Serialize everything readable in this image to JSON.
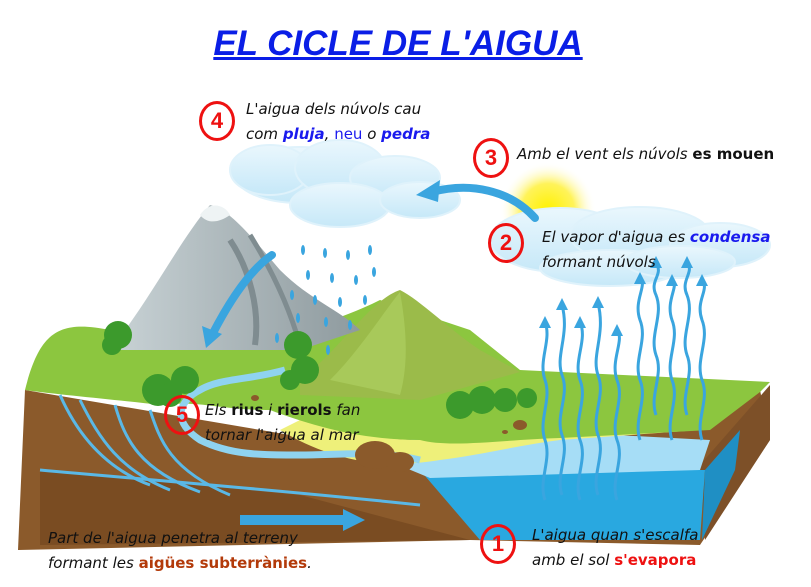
{
  "title": "EL CICLE DE L'AIGUA",
  "colors": {
    "title": "#0a1ee6",
    "badge": "#ee1111",
    "keyword_blue": "#1a1aee",
    "keyword_red": "#ee1111",
    "keyword_brown": "#b33a0a",
    "grass": "#8cc63f",
    "soil": "#8b5a2b",
    "water": "#29a8e0",
    "sky_cloud": "#d6eefa",
    "sun": "#fff200"
  },
  "steps": [
    {
      "number": "1",
      "line1": "L'aigua quan s'escalfa",
      "line2_prefix": "amb el sol ",
      "line2_keyword": "s'evapora"
    },
    {
      "number": "2",
      "line1_prefix": "El vapor d'aigua es ",
      "line1_keyword": "condensa",
      "line2": "formant núvols"
    },
    {
      "number": "3",
      "text_prefix": "Amb el vent els núvols ",
      "text_keyword": "es mouen"
    },
    {
      "number": "4",
      "line1": "L'aigua dels núvols cau",
      "line2_prefix": "com ",
      "line2_kw1": "pluja",
      "line2_sep": ", ",
      "line2_kw2": "neu",
      "line2_mid": " o ",
      "line2_kw3": "pedra"
    },
    {
      "number": "5",
      "line1_prefix": "Els ",
      "line1_kw1": "rius",
      "line1_mid": " i ",
      "line1_kw2": "rierols",
      "line1_suffix": " fan",
      "line2": "tornar l'aigua al mar"
    }
  ],
  "groundwater": {
    "line1": "Part de l'aigua penetra al terreny",
    "line2_prefix": "formant les ",
    "line2_keyword": "aigües subterrànies",
    "line2_suffix": "."
  }
}
